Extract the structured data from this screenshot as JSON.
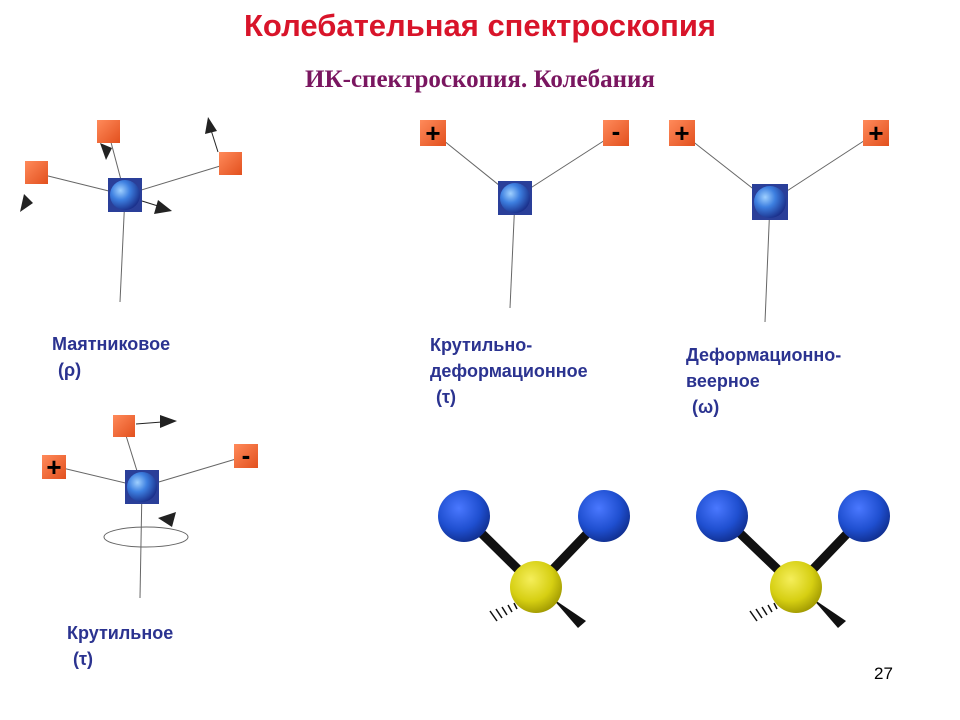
{
  "title": "Колебательная спектроскопия",
  "subtitle": "ИК-спектроскопия. Колебания",
  "modes": {
    "rocking": {
      "name": "Маятниковое",
      "symbol": "(ρ)"
    },
    "twisting_deformation": {
      "name_line1": "Крутильно-",
      "name_line2": "деформационное",
      "symbol": "(τ)"
    },
    "wagging": {
      "name_line1": "Деформационно-",
      "name_line2": "веерное",
      "symbol": "(ω)"
    },
    "twisting": {
      "name": "Крутильное",
      "symbol": "(τ)"
    }
  },
  "signs": {
    "plus": "+",
    "minus": "-"
  },
  "page_number": "27",
  "colors": {
    "title": "#d8142a",
    "subtitle": "#7a1660",
    "label": "#2b3390",
    "atom_orange": "#f26a3a",
    "atom_blue": "#2f5fcf",
    "atom_yellow": "#d6cf12"
  }
}
